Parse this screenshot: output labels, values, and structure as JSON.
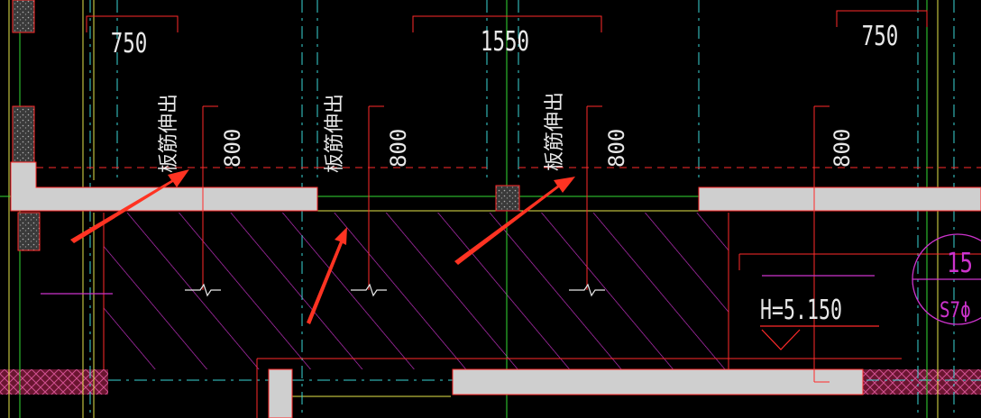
{
  "drawing": {
    "dimensions": {
      "left": "750",
      "center": "1550",
      "right": "750"
    },
    "rebar_labels": [
      "板筋伸出",
      "板筋伸出",
      "板筋伸出"
    ],
    "extension_lengths": [
      "800",
      "800",
      "800",
      "800"
    ],
    "elevation": "H=5.150",
    "callout": {
      "number": "15",
      "code": "S7ϕ"
    }
  },
  "colors": {
    "background": "#000000",
    "red_line": "#ff2a2a",
    "cyan_line": "#3ad6d6",
    "green_line": "#33dd33",
    "yellow_line": "#e6e64a",
    "magenta_hatch": "#cc33cc",
    "slab_fill": "#cfcfcf",
    "annotation_arrow": "#ff3322",
    "text_white": "#e8e8e8"
  }
}
